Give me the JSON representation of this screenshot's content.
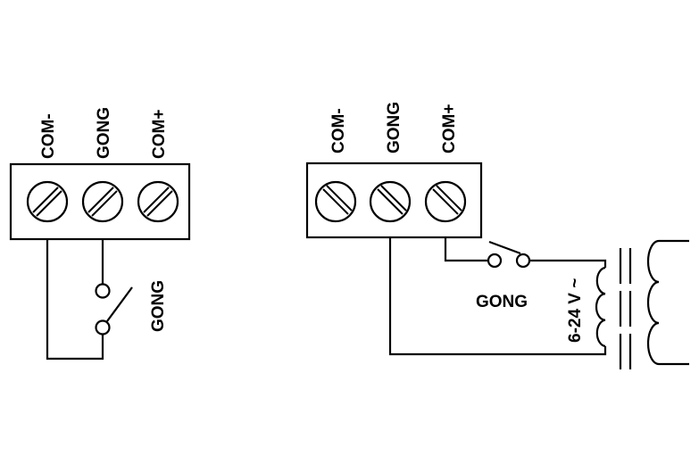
{
  "left_diagram": {
    "terminal_labels": [
      "COM-",
      "GONG",
      "COM+"
    ],
    "switch_label": "GONG"
  },
  "right_diagram": {
    "terminal_labels": [
      "COM-",
      "GONG",
      "COM+"
    ],
    "switch_label": "GONG",
    "transformer_label": "6-24 V ~"
  }
}
